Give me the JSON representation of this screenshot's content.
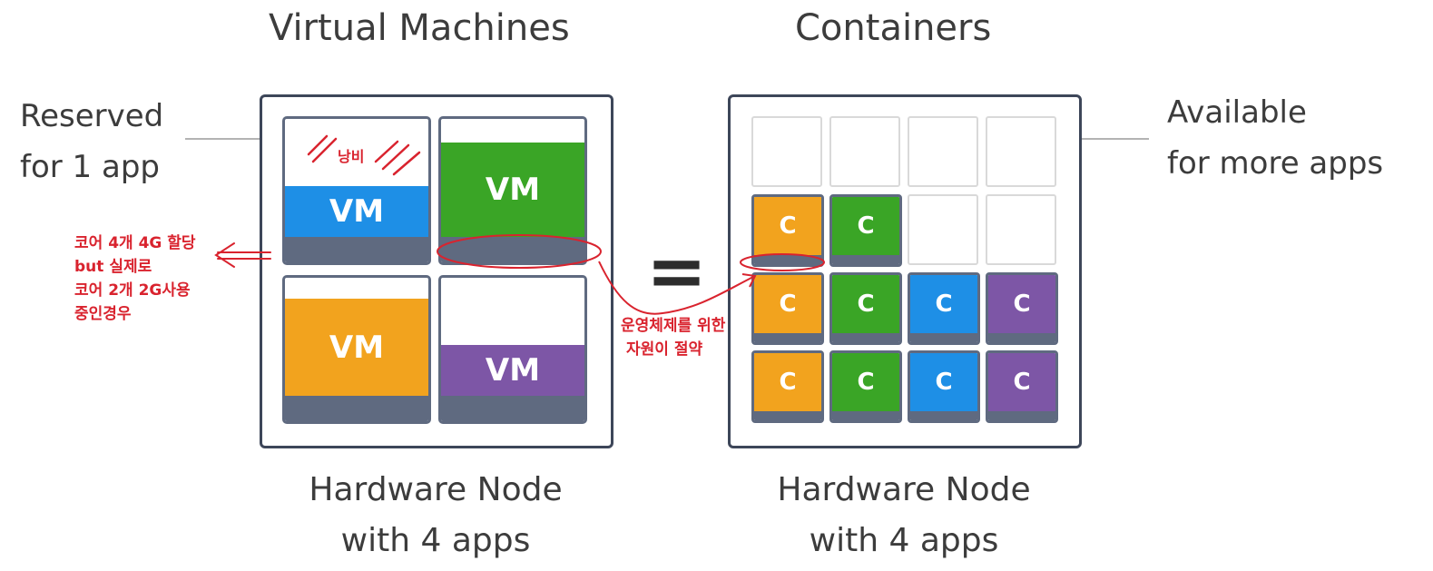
{
  "vm_side": {
    "title": "Virtual Machines",
    "reserved_label_line1": "Reserved",
    "reserved_label_line2": "for 1 app",
    "caption_line1": "Hardware Node",
    "caption_line2": "with 4 apps",
    "vms": [
      {
        "label": "VM",
        "color": "#1e8fe6",
        "fill_fraction": 0.43
      },
      {
        "label": "VM",
        "color": "#3aa526",
        "fill_fraction": 0.8
      },
      {
        "label": "VM",
        "color": "#f2a31e",
        "fill_fraction": 0.82
      },
      {
        "label": "VM",
        "color": "#7d56a6",
        "fill_fraction": 0.43
      }
    ]
  },
  "equals_sign": "=",
  "container_side": {
    "title": "Containers",
    "available_label_line1": "Available",
    "available_label_line2": "for more apps",
    "caption_line1": "Hardware Node",
    "caption_line2": "with 4 apps",
    "container_label": "C",
    "colors": {
      "orange": "#f2a31e",
      "green": "#3aa526",
      "blue": "#1e8fe6",
      "purple": "#7d56a6"
    }
  },
  "annotations": {
    "waste": "낭비",
    "vm_note_line1": "코어 4개 4G 할당",
    "vm_note_line2": "but 실제로",
    "vm_note_line3": "코어 2개 2G사용",
    "vm_note_line4": "중인경우",
    "saving_line1": "운영체제를 위한",
    "saving_line2": "자원이 절약",
    "color": "#d9232e"
  }
}
